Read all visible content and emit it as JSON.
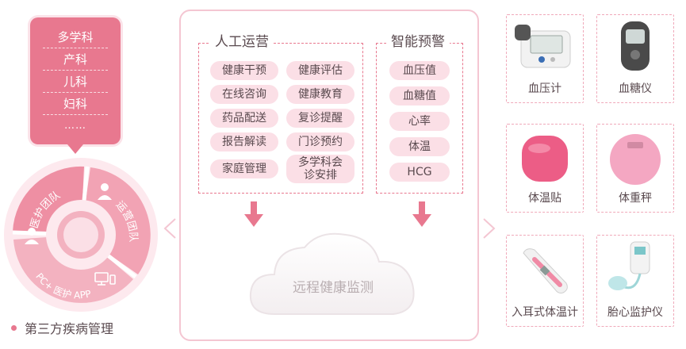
{
  "departments": [
    "多学科",
    "产科",
    "儿科",
    "妇科",
    "……"
  ],
  "teams": {
    "medical": "医护团队",
    "operations": "运营团队",
    "pc_app": "PC+ 医护 APP"
  },
  "caption": "第三方疾病管理",
  "manual_ops": {
    "title": "人工运营",
    "items": [
      "健康干预",
      "健康评估",
      "在线咨询",
      "健康教育",
      "药品配送",
      "复诊提醒",
      "报告解读",
      "门诊预约",
      "家庭管理"
    ],
    "multi_consult": [
      "多学科会",
      "诊安排"
    ]
  },
  "smart_alert": {
    "title": "智能预警",
    "items": [
      "血压值",
      "血糖值",
      "心率",
      "体温",
      "HCG"
    ]
  },
  "cloud_label": "远程健康监测",
  "devices": [
    "血压计",
    "血糖仪",
    "体温贴",
    "体重秤",
    "入耳式体温计",
    "胎心监护仪"
  ],
  "colors": {
    "accent": "#e8788f",
    "light": "#fbdfe6",
    "border": "#f4c6d2"
  }
}
